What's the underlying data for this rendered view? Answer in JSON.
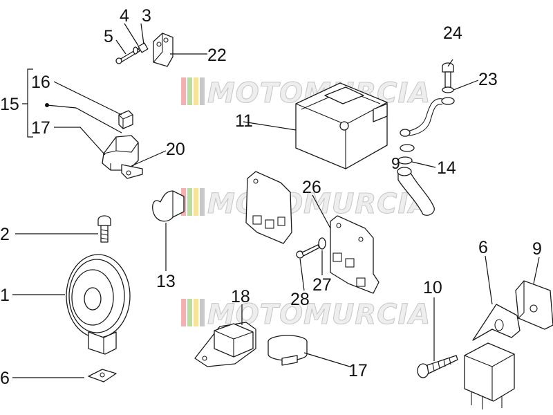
{
  "watermark": {
    "text": "MOTOMURCIA",
    "stripe_colors": [
      "#f4b1b1",
      "#b8dd9f",
      "#f6e39a",
      "#c8c8c8"
    ]
  },
  "callouts": {
    "c1": "1",
    "c2": "2",
    "c3": "3",
    "c4": "4",
    "c5": "5",
    "c6a": "6",
    "c6b": "6",
    "c9": "9",
    "c10": "10",
    "c11": "11",
    "c13": "13",
    "c14": "14",
    "c15": "15",
    "c16": "16",
    "c17a": "17",
    "c17b": "17",
    "c18": "18",
    "c20": "20",
    "c22": "22",
    "c23": "23",
    "c24": "24",
    "c26": "26",
    "c27": "27",
    "c28": "28"
  }
}
